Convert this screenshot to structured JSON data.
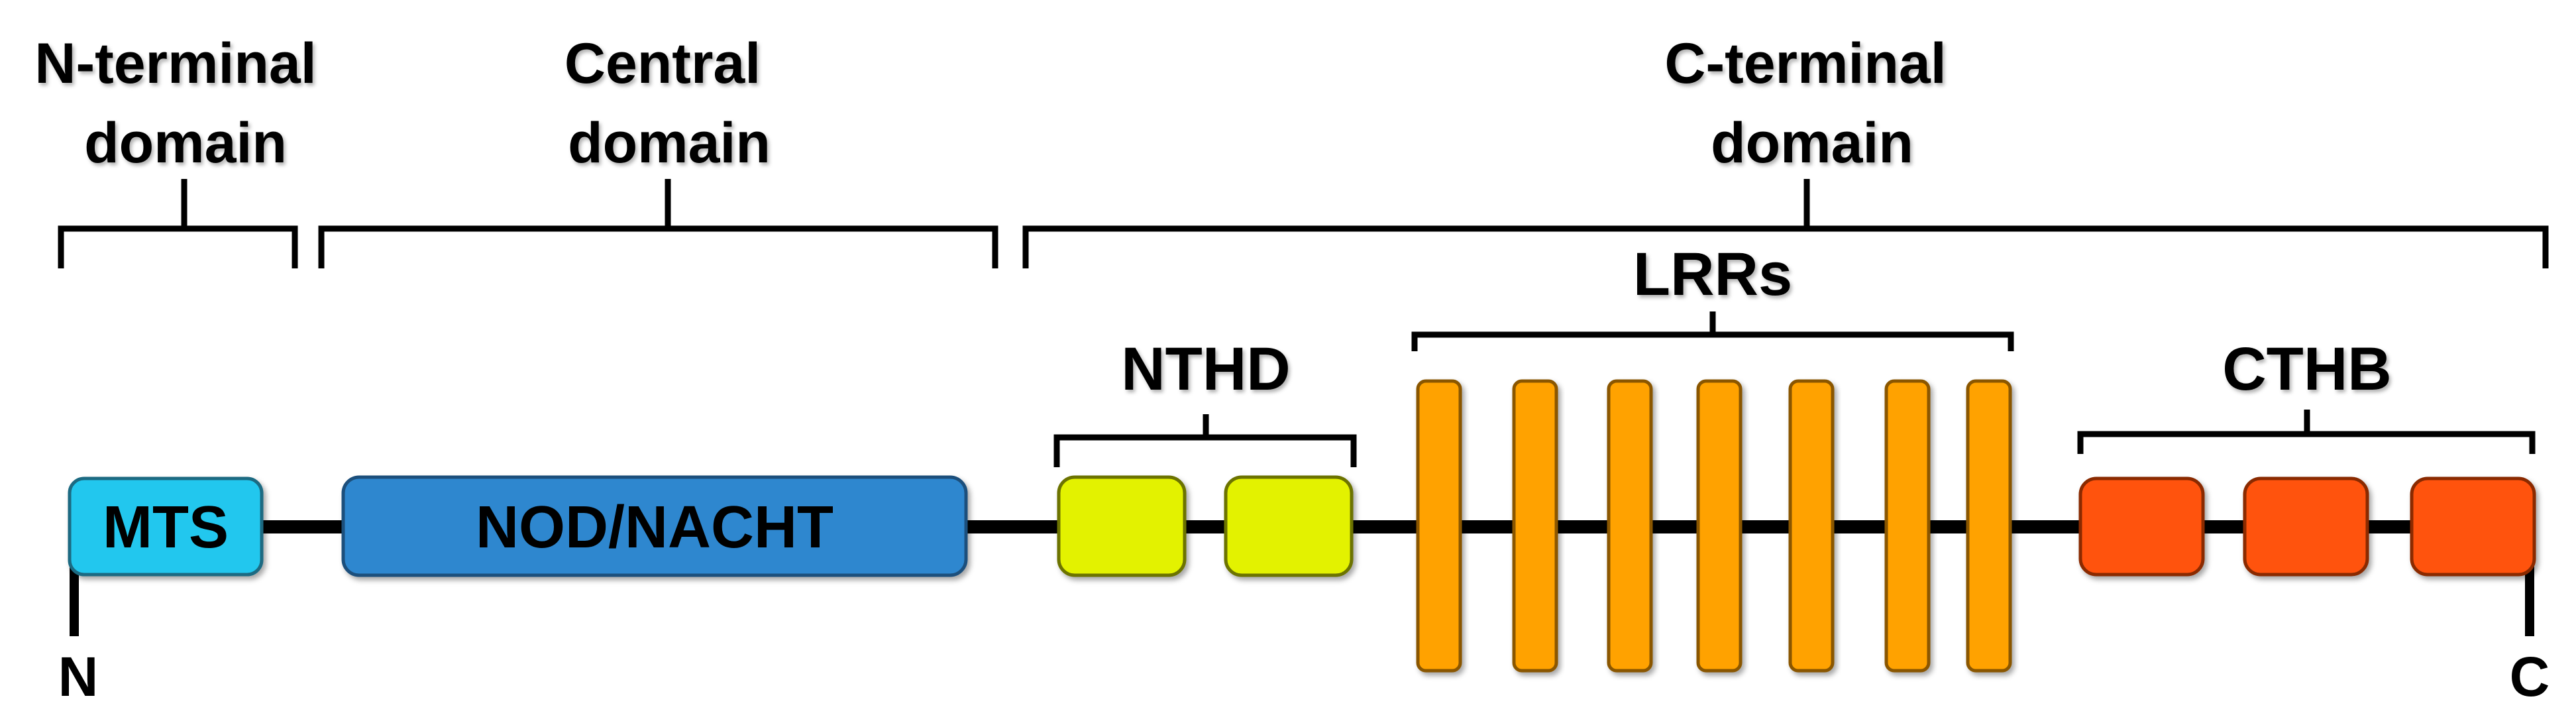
{
  "domains": {
    "n_terminal": {
      "line1": "N-terminal",
      "line2": "domain"
    },
    "central": {
      "line1": "Central",
      "line2": "domain"
    },
    "c_terminal": {
      "line1": "C-terminal",
      "line2": "domain"
    }
  },
  "groups": {
    "nthd": "NTHD",
    "lrrs": "LRRs",
    "cthb": "CTHB"
  },
  "boxes": {
    "mts": "MTS",
    "nod": "NOD/NACHT"
  },
  "ends": {
    "n": "N",
    "c": "C"
  },
  "colors": {
    "mts": "#22c7ee",
    "nod": "#2f87cf",
    "nthd": "#e3f200",
    "lrr": "#ffa200",
    "cthb": "#ff5211",
    "line": "#000000"
  },
  "counts": {
    "nthd_boxes": 2,
    "lrr_bars": 7,
    "cthb_boxes": 3
  }
}
